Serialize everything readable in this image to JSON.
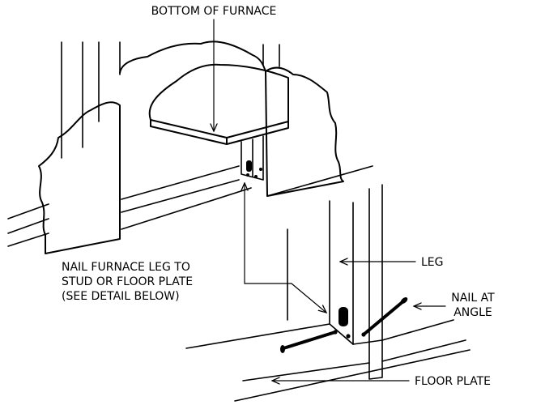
{
  "diagram": {
    "labels": {
      "bottom_of_furnace": "BOTTOM OF FURNACE",
      "nail_instruction": [
        "NAIL FURNACE LEG TO",
        "STUD OR FLOOR PLATE",
        "(SEE DETAIL BELOW)"
      ],
      "leg": "LEG",
      "nail_at_angle": [
        "NAIL AT",
        "ANGLE"
      ],
      "floor_plate": "FLOOR PLATE"
    }
  }
}
